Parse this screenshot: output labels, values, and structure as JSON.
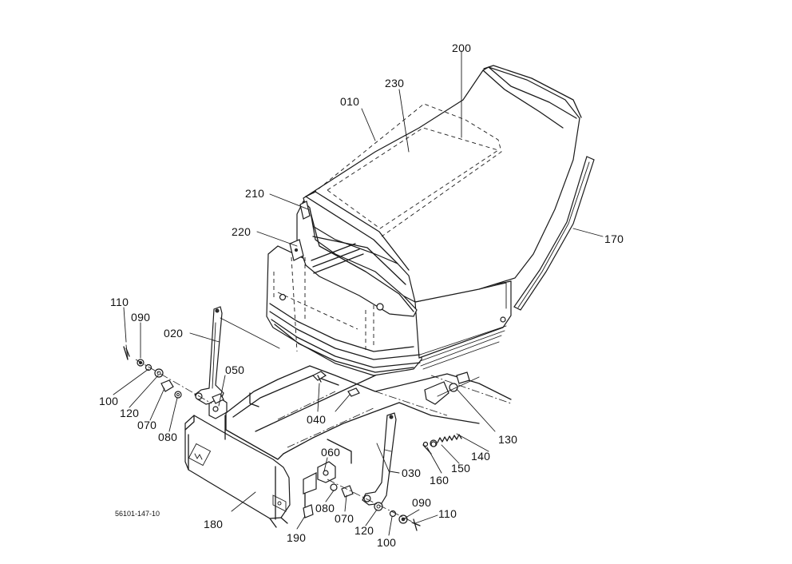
{
  "diagram": {
    "drawing_code": "56101-147-10",
    "callouts": [
      "200",
      "230",
      "010",
      "210",
      "220",
      "170",
      "110",
      "090",
      "020",
      "050",
      "100",
      "120",
      "070",
      "080",
      "040",
      "130",
      "060",
      "140",
      "150",
      "030",
      "160",
      "180",
      "080",
      "070",
      "090",
      "110",
      "120",
      "100",
      "190"
    ]
  }
}
